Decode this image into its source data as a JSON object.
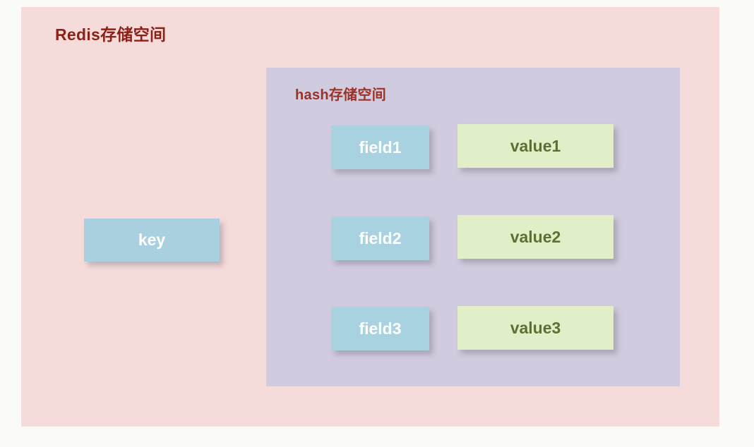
{
  "diagram": {
    "outer_container": {
      "title": "Redis存储空间",
      "background_color": "#f5dcda",
      "title_color": "#8c2118"
    },
    "inner_container": {
      "title": "hash存储空间",
      "background_color": "#d1cbdf",
      "title_color": "#9a3226"
    },
    "key_box": {
      "label": "key",
      "background_color": "#a9d0df",
      "text_color": "#ffffff"
    },
    "entries": [
      {
        "field": "field1",
        "value": "value1"
      },
      {
        "field": "field2",
        "value": "value2"
      },
      {
        "field": "field3",
        "value": "value3"
      }
    ],
    "colors": {
      "field_background": "#a9d2e0",
      "field_text": "#ffffff",
      "value_background": "#e1efc8",
      "value_text": "#5d6f32",
      "page_background": "#fafbf9"
    }
  }
}
